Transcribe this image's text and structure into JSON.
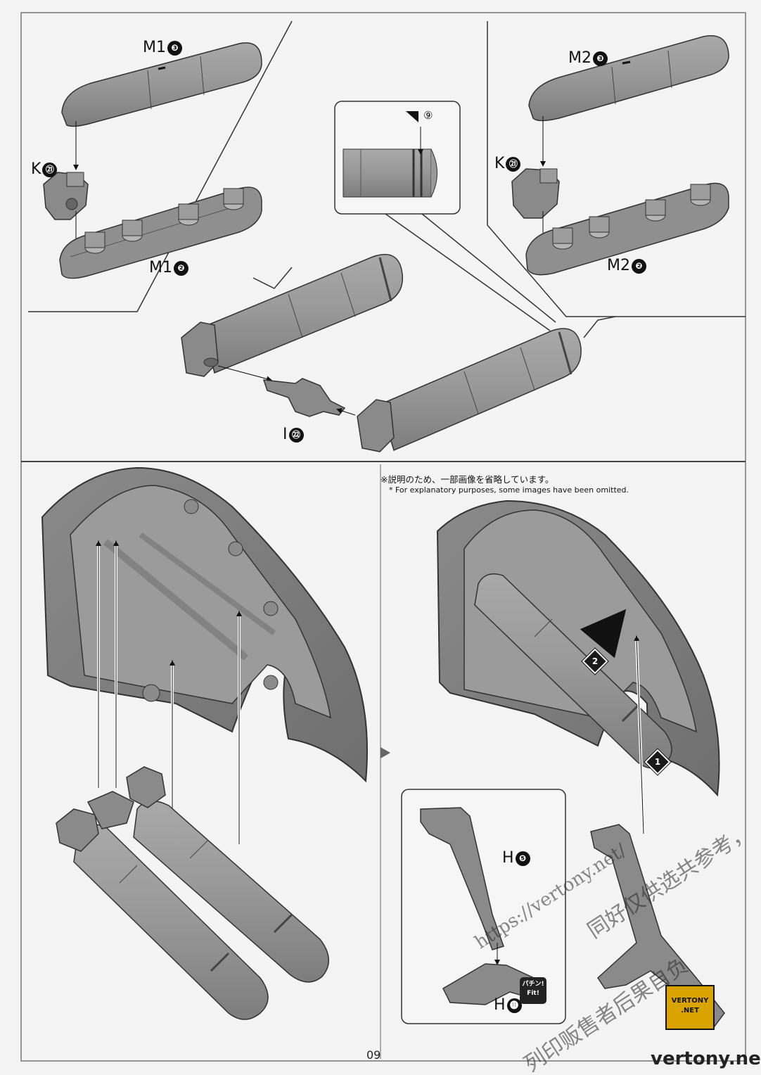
{
  "labels": {
    "m1_top": {
      "name": "M1",
      "num": "❸"
    },
    "m1_bottom": {
      "name": "M1",
      "num": "❷"
    },
    "k_left": {
      "name": "K",
      "num": "㉑"
    },
    "m2_top": {
      "name": "M2",
      "num": "❸"
    },
    "m2_bottom": {
      "name": "M2",
      "num": "❷"
    },
    "k_right": {
      "name": "K",
      "num": "㉑"
    },
    "i_part": {
      "name": "I",
      "num": "㉒"
    },
    "h5": {
      "name": "H",
      "num": "❺"
    },
    "h11": {
      "name": "H",
      "num": "⓫"
    }
  },
  "detail_callout": {
    "mark": "⑨"
  },
  "notes": {
    "jp": "※説明のため、一部画像を省略しています。",
    "en": "* For explanatory purposes, some images have been omitted."
  },
  "steps": {
    "first": "1",
    "second": "2"
  },
  "fit_badge": {
    "jp": "パチン!",
    "en": "Fit!"
  },
  "page_number": "09",
  "watermark": {
    "url": "https://vertony.net/",
    "cn1": "同好仅供选共参考，",
    "cn2": "列印贩售者后果自负",
    "logo_line1": "VERTONY",
    "logo_line2": ".NET",
    "site": "vertony.net"
  }
}
